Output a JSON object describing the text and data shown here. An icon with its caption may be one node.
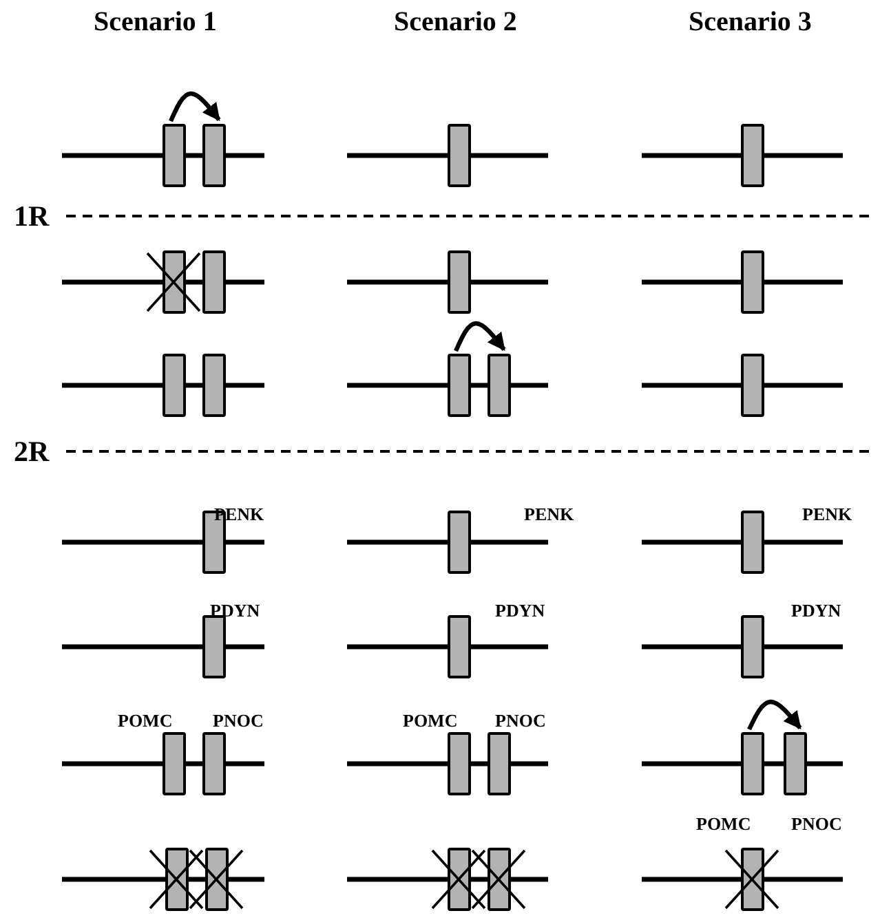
{
  "diagram": {
    "nodes": [
      {
        "text": [],
        "shape": "box"
      },
      {
        "text": [],
        "shape": "box"
      },
      {
        "text": [],
        "shape": "box"
      },
      {
        "text": [],
        "shape": "box"
      },
      {
        "text": [],
        "shape": "box"
      },
      {
        "text": [],
        "shape": "box"
      },
      {
        "text": [],
        "shape": "box"
      },
      {
        "text": [],
        "shape": "box"
      },
      {
        "text": [],
        "shape": "box"
      },
      {
        "text": [],
        "shape": "box"
      },
      {
        "text": [],
        "shape": "box"
      },
      {
        "text": [],
        "shape": "box"
      },
      {
        "text": [],
        "shape": "box"
      },
      {
        "text": [],
        "shape": "box",
        "beside": [
          "PENK"
        ]
      },
      {
        "text": [],
        "shape": "box",
        "beside": [
          "PENK"
        ]
      },
      {
        "text": [],
        "shape": "box",
        "beside": [
          "PENK"
        ]
      },
      {
        "text": [],
        "shape": "box",
        "beside": [
          "PDYN"
        ]
      },
      {
        "text": [],
        "shape": "box",
        "beside": [
          "PDYN"
        ]
      },
      {
        "text": [],
        "shape": "box",
        "beside": [
          "PDYN"
        ]
      },
      {
        "text": [],
        "shape": "box",
        "beside": [
          "POMC"
        ]
      },
      {
        "text": [],
        "shape": "box",
        "beside": [
          "PNOC"
        ]
      },
      {
        "text": [],
        "shape": "box",
        "beside": [
          "POMC"
        ]
      },
      {
        "text": [],
        "shape": "box",
        "beside": [
          "PNOC"
        ]
      },
      {
        "text": [],
        "shape": "box",
        "beside": [
          "POMC"
        ]
      },
      {
        "text": [],
        "shape": "box",
        "beside": [
          "PNOC"
        ]
      },
      {
        "text": [],
        "shape": "box"
      },
      {
        "text": [],
        "shape": "box"
      },
      {
        "text": [],
        "shape": "box"
      },
      {
        "text": [],
        "shape": "box"
      },
      {
        "text": [],
        "shape": "box"
      }
    ],
    "edges": [
      {
        "from": 0,
        "to": 1,
        "arrow": "to"
      },
      {
        "from": 10,
        "to": 11,
        "arrow": "to"
      },
      {
        "from": 23,
        "to": 24,
        "arrow": "to"
      }
    ],
    "labels": [
      "Scenario 1",
      "Scenario 2",
      "Scenario 3",
      "1R",
      "2R"
    ]
  }
}
